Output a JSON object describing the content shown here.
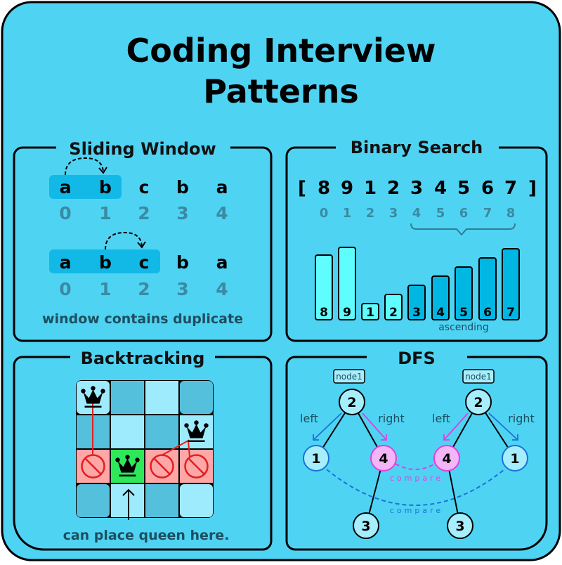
{
  "title": {
    "line1": "Coding Interview",
    "line2": "Patterns"
  },
  "colors": {
    "background": "#4fd3f3",
    "window": "#12b9e6",
    "bar_light": "#5ffdfd",
    "bar_dark": "#00b6e3",
    "cell_light": "#9eebfd",
    "cell_dark": "#55c0dc",
    "blocked": "#ffa6a6",
    "ok": "#2ee85a",
    "pink": "#f2b6f7",
    "magenta": "#e040e0",
    "blue": "#1a73d6"
  },
  "sliding_window": {
    "title": "Sliding Window",
    "rows": [
      {
        "letters": [
          "a",
          "b",
          "c",
          "b",
          "a"
        ],
        "indices": [
          "0",
          "1",
          "2",
          "3",
          "4"
        ],
        "window": [
          0,
          1
        ],
        "arrow_from": 0,
        "arrow_to": 1
      },
      {
        "letters": [
          "a",
          "b",
          "c",
          "b",
          "a"
        ],
        "indices": [
          "0",
          "1",
          "2",
          "3",
          "4"
        ],
        "window": [
          0,
          2
        ],
        "arrow_from": 1,
        "arrow_to": 2
      }
    ],
    "caption": "window contains duplicate"
  },
  "binary_search": {
    "title": "Binary Search",
    "open_bracket": "[",
    "close_bracket": "]",
    "values": [
      "8",
      "9",
      "1",
      "2",
      "3",
      "4",
      "5",
      "6",
      "7"
    ],
    "indices": [
      "0",
      "1",
      "2",
      "3",
      "4",
      "5",
      "6",
      "7",
      "8"
    ],
    "ascending_from_index": 4,
    "caption": "ascending"
  },
  "backtracking": {
    "title": "Backtracking",
    "grid": [
      [
        "light-queen",
        "dark",
        "light",
        "dark"
      ],
      [
        "dark",
        "light",
        "dark",
        "light-queen"
      ],
      [
        "blocked",
        "ok-queen",
        "blocked",
        "blocked"
      ],
      [
        "dark",
        "light",
        "dark",
        "light"
      ]
    ],
    "caption": "can place queen here."
  },
  "dfs": {
    "title": "DFS",
    "trees": [
      {
        "tag": "node1",
        "root": "2",
        "left": "1",
        "right": "4",
        "child": "3",
        "left_label": "left",
        "right_label": "right"
      },
      {
        "tag": "node1",
        "root": "2",
        "left": "4",
        "right": "1",
        "child": "3",
        "left_label": "left",
        "right_label": "right"
      }
    ],
    "compare_inner": "compare",
    "compare_outer": "compare"
  }
}
